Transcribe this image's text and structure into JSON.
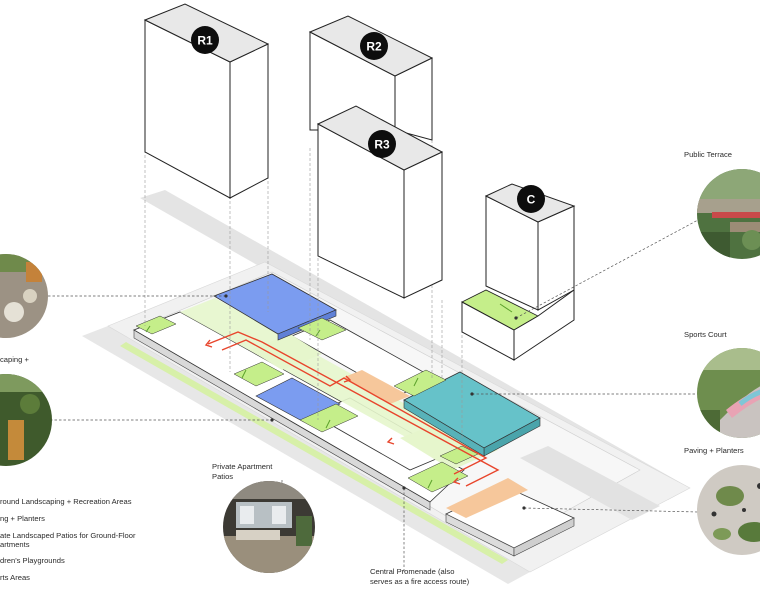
{
  "buildings": {
    "r1": "R1",
    "r2": "R2",
    "r3": "R3",
    "c": "C"
  },
  "callouts": {
    "public_terrace": "Public Terrace",
    "sports_court": "Sports Court",
    "paving_planters": "Paving + Planters",
    "private_patios_line1": "Private Apartment",
    "private_patios_line2": "Patios",
    "promenade_line1": "Central Promenade (also",
    "promenade_line2": "serves as a fire access route)",
    "left_partial": "caping +"
  },
  "legend": {
    "item1": "round Landscaping + Recreation Areas",
    "item2": "ng + Planters",
    "item3_line1": "ate Landscaped Patios for Ground-Floor",
    "item3_line2": "artments",
    "item4": "dren's Playgrounds",
    "item5": "rts Areas"
  },
  "colors": {
    "blue_area": "#7b9cf0",
    "teal_area": "#66c2c9",
    "green_area": "#c5ee8a",
    "pale_green": "#e6f6cc",
    "orange_area": "#f6c79b",
    "route_red": "#e8452c",
    "badge": "#0d0d0d"
  }
}
